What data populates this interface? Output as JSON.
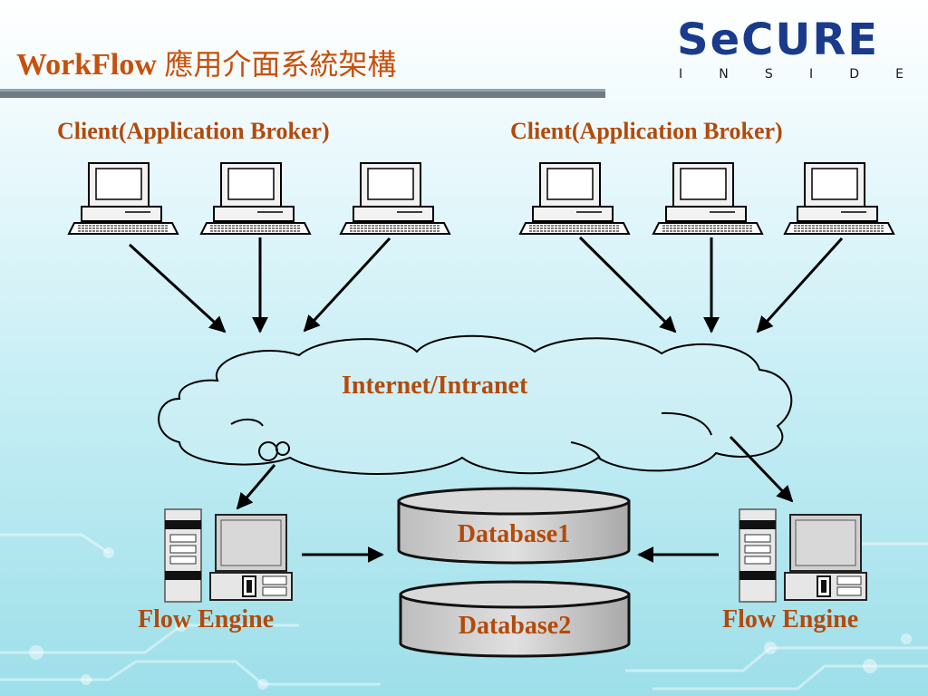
{
  "slide": {
    "title_latin": "WorkFlow",
    "title_cjk": "應用介面系統架構"
  },
  "logo": {
    "word": "SeCURE",
    "subtitle": "I N S I D E",
    "colors": {
      "primary": "#1a3b8c",
      "accent": "#f5a623"
    }
  },
  "diagram": {
    "client_group_left": "Client(Application Broker)",
    "client_group_right": "Client(Application Broker)",
    "network": "Internet/Intranet",
    "database_1": "Database1",
    "database_2": "Database2",
    "engine_left": "Flow Engine",
    "engine_right": "Flow Engine"
  },
  "colors": {
    "label": "#b34a0a",
    "title": "#c8500a",
    "title_bar": "#6f7a86"
  }
}
